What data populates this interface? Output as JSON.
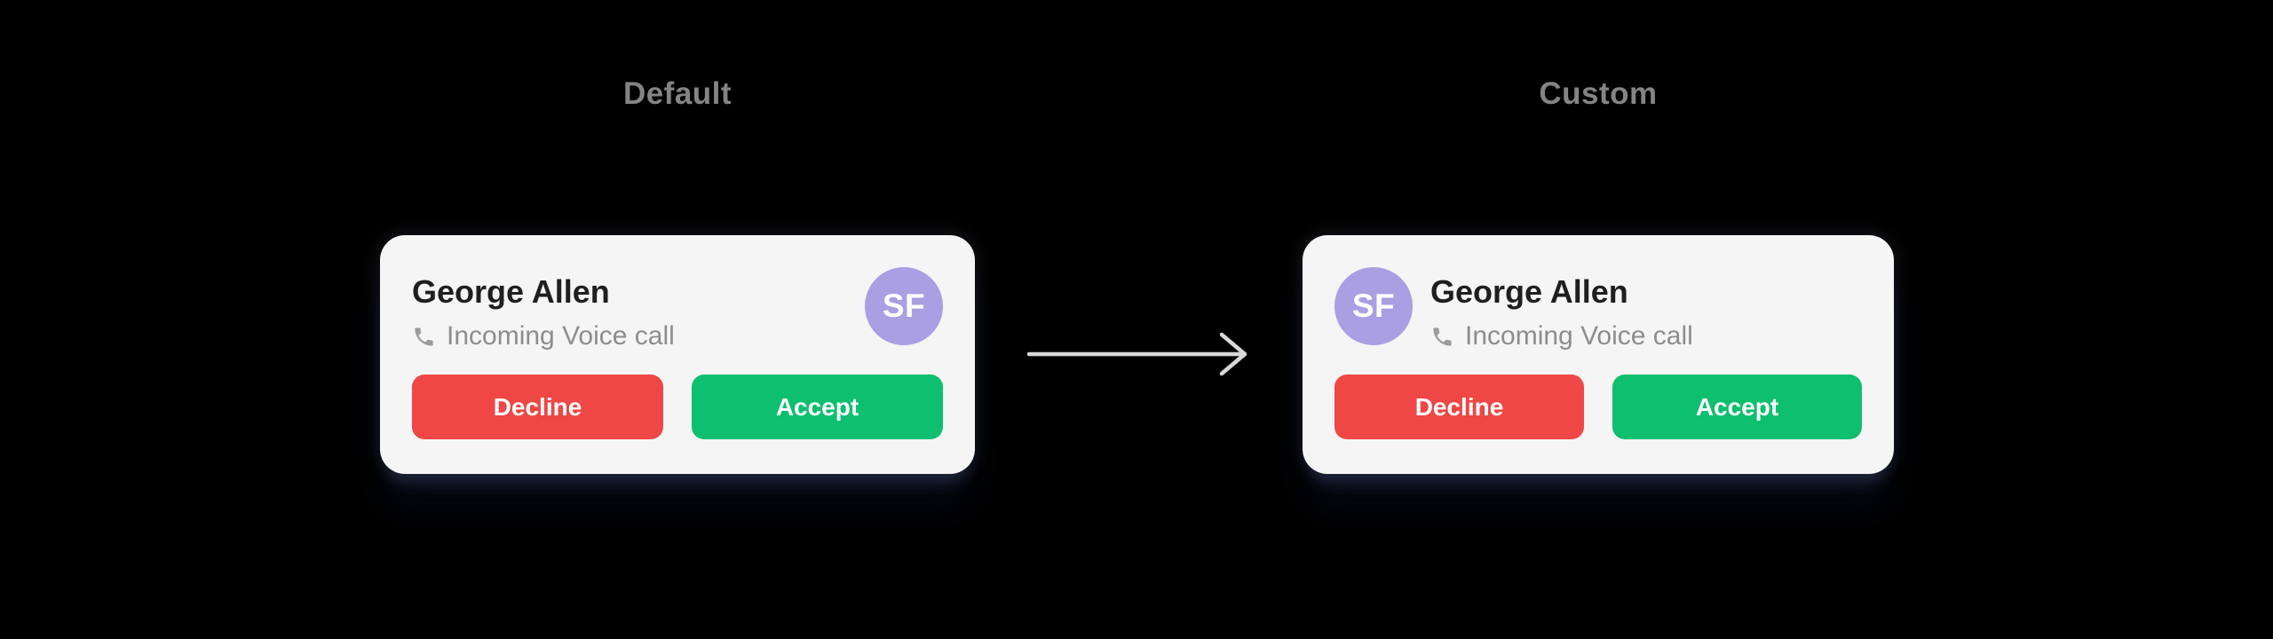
{
  "page": {
    "background_color": "#000000"
  },
  "sections": {
    "default": {
      "title": "Default",
      "card": {
        "name": "George Allen",
        "call_type": "Incoming Voice call",
        "avatar_initials": "SF",
        "avatar_position": "right",
        "buttons": {
          "decline": "Decline",
          "accept": "Accept"
        }
      }
    },
    "custom": {
      "title": "Custom",
      "card": {
        "name": "George Allen",
        "call_type": "Incoming Voice call",
        "avatar_initials": "SF",
        "avatar_position": "left",
        "buttons": {
          "decline": "Decline",
          "accept": "Accept"
        }
      }
    }
  },
  "icons": {
    "phone": "phone-receiver-icon",
    "arrow": "arrow-right-icon"
  },
  "colors": {
    "card_background": "#f5f5f5",
    "decline_button": "#ee4745",
    "accept_button": "#0dbf6e",
    "avatar_background": "#a99fe2",
    "avatar_text": "#ffffff",
    "title_text": "#848484",
    "name_text": "#1f1f1f",
    "subtitle_text": "#8d8d8d",
    "phone_icon": "#9b9b9b",
    "arrow": "#d8d8d8",
    "card_shadow": "#141a2e"
  }
}
